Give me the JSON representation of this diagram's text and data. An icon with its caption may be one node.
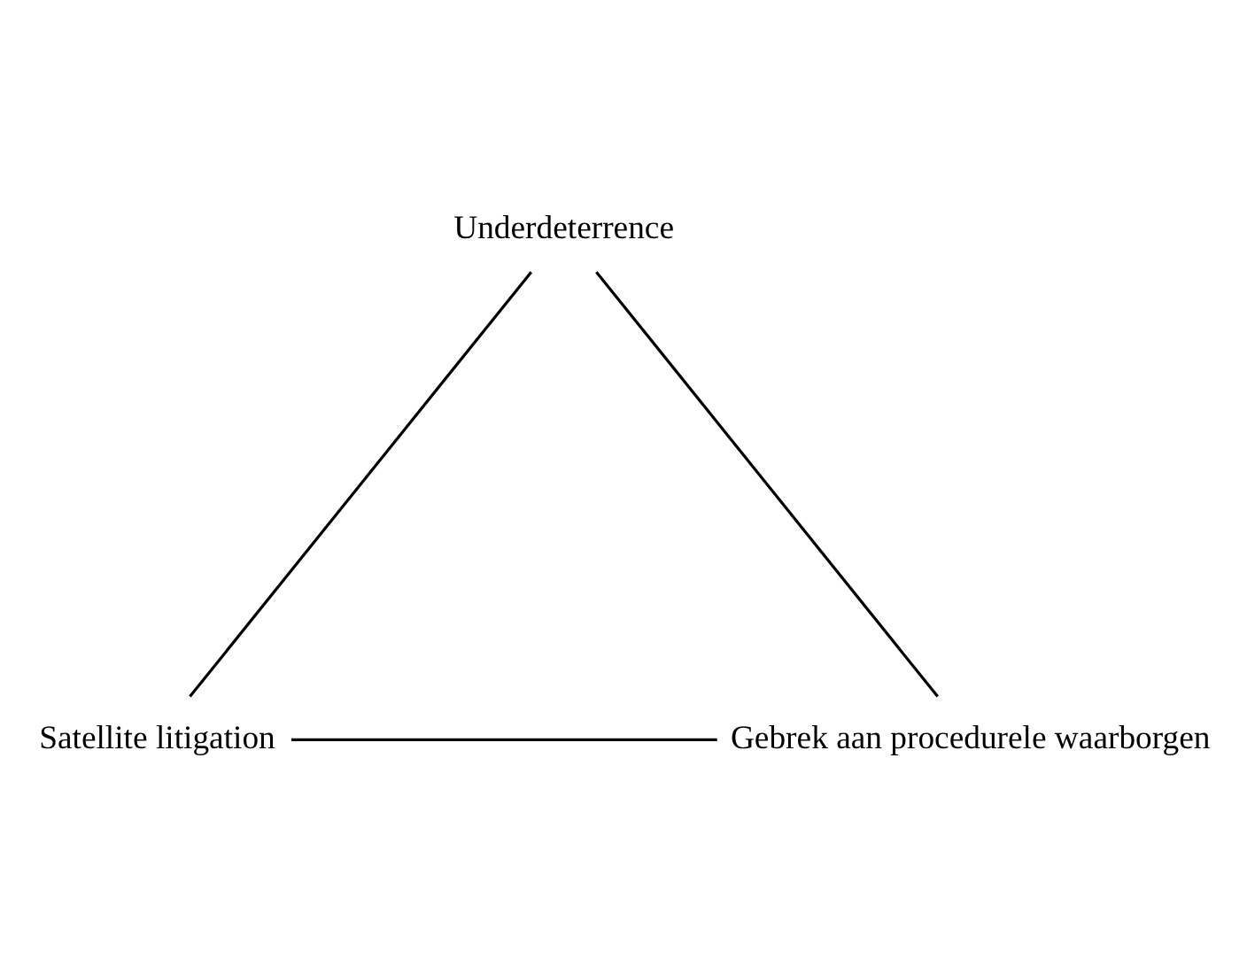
{
  "diagram": {
    "nodes": [
      {
        "text": [
          "Underdeterrence"
        ]
      },
      {
        "text": [
          "Satellite litigation"
        ]
      },
      {
        "text": [
          "Gebrek aan procedurele waarborgen"
        ]
      }
    ],
    "edges": [
      {
        "from": 0,
        "to": 1,
        "arrow": "none"
      },
      {
        "from": 0,
        "to": 2,
        "arrow": "none"
      },
      {
        "from": 1,
        "to": 2,
        "arrow": "none"
      }
    ]
  }
}
